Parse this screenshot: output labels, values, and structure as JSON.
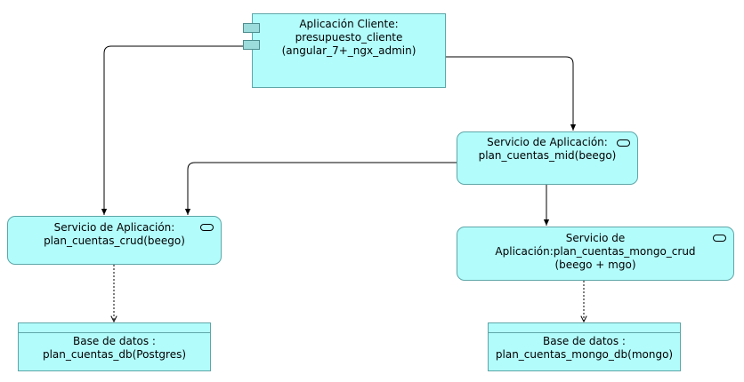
{
  "client": {
    "lines": [
      "Aplicación Cliente:",
      "presupuesto_cliente",
      "(angular_7+_ngx_admin)"
    ]
  },
  "mid_service": {
    "lines": [
      "Servicio de Aplicación:",
      "plan_cuentas_mid(beego)"
    ]
  },
  "crud_service": {
    "lines": [
      "Servicio de Aplicación:",
      "plan_cuentas_crud(beego)"
    ]
  },
  "mongo_service": {
    "lines": [
      "Servicio de",
      "Aplicación:plan_cuentas_mongo_crud",
      "(beego + mgo)"
    ]
  },
  "postgres_db": {
    "lines": [
      "Base de datos :",
      "plan_cuentas_db(Postgres)"
    ]
  },
  "mongo_db": {
    "lines": [
      "Base de datos :",
      "plan_cuentas_mongo_db(mongo)"
    ]
  },
  "colors": {
    "node_fill": "#b3fcfc",
    "node_border": "#5ea6a8",
    "edge": "#000000"
  }
}
